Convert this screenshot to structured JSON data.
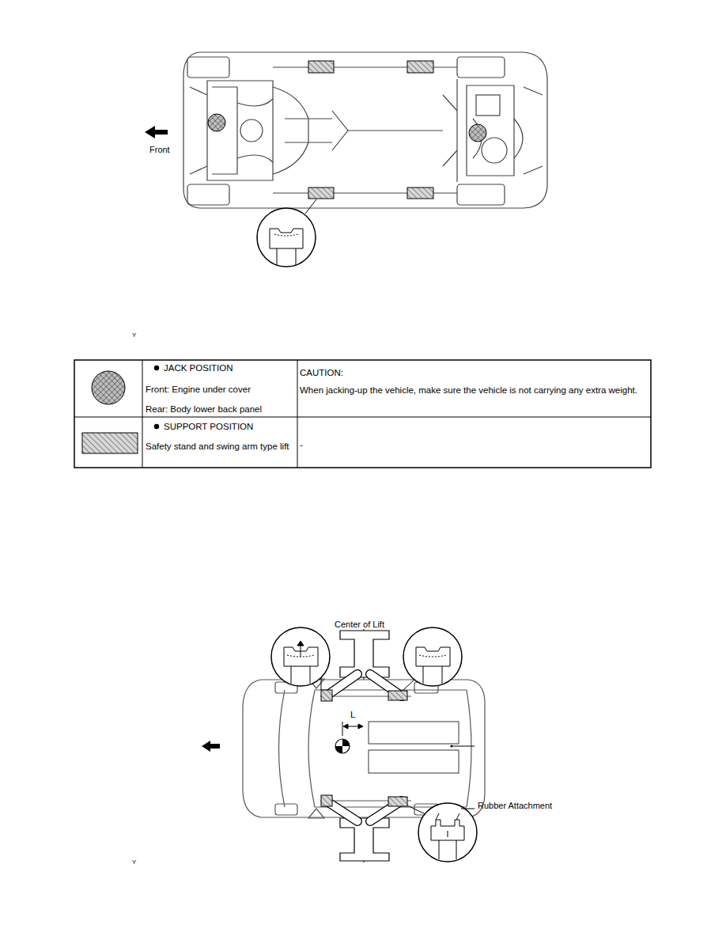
{
  "diagram": {
    "labels": [
      "Front",
      "Y",
      "JACK POSITION",
      "Front: Engine under cover",
      "Rear: Body lower back panel",
      "CAUTION:",
      "When jacking-up the vehicle, make sure the vehicle is not carrying any extra weight.",
      "SUPPORT POSITION",
      "Safety stand and swing arm type lift",
      "-",
      "Center of Lift",
      "L",
      "Rubber Attachment",
      "Y"
    ]
  }
}
